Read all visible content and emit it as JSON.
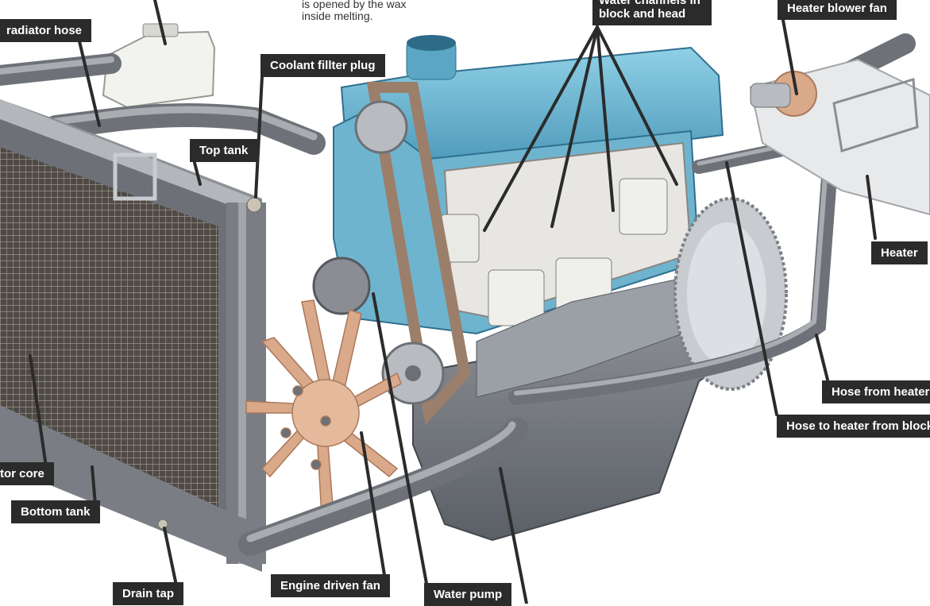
{
  "labels": {
    "radiator_hose": "radiator hose",
    "coolant_filler_plug": "Coolant fillter plug",
    "top_tank": "Top tank",
    "radiator_core": "tor core",
    "bottom_tank": "Bottom tank",
    "drain_tap": "Drain tap",
    "engine_driven_fan": "Engine driven fan",
    "water_pump": "Water pump",
    "water_channels_line1": "Water channels in",
    "water_channels_line2": "block and head",
    "heater_blower_fan": "Heater blower fan",
    "heater": "Heater",
    "hose_from_heater": "Hose from heater",
    "hose_to_heater": "Hose to heater from block"
  },
  "notes": {
    "thermostat_line1": "is opened by the wax",
    "thermostat_line2": "inside melting."
  },
  "colors": {
    "label_bg": "#2b2b2b",
    "label_text": "#ffffff",
    "engine_blue": "#5ea9c6",
    "metal_grey": "#8c8f94",
    "fan_tan": "#d9a98a"
  }
}
